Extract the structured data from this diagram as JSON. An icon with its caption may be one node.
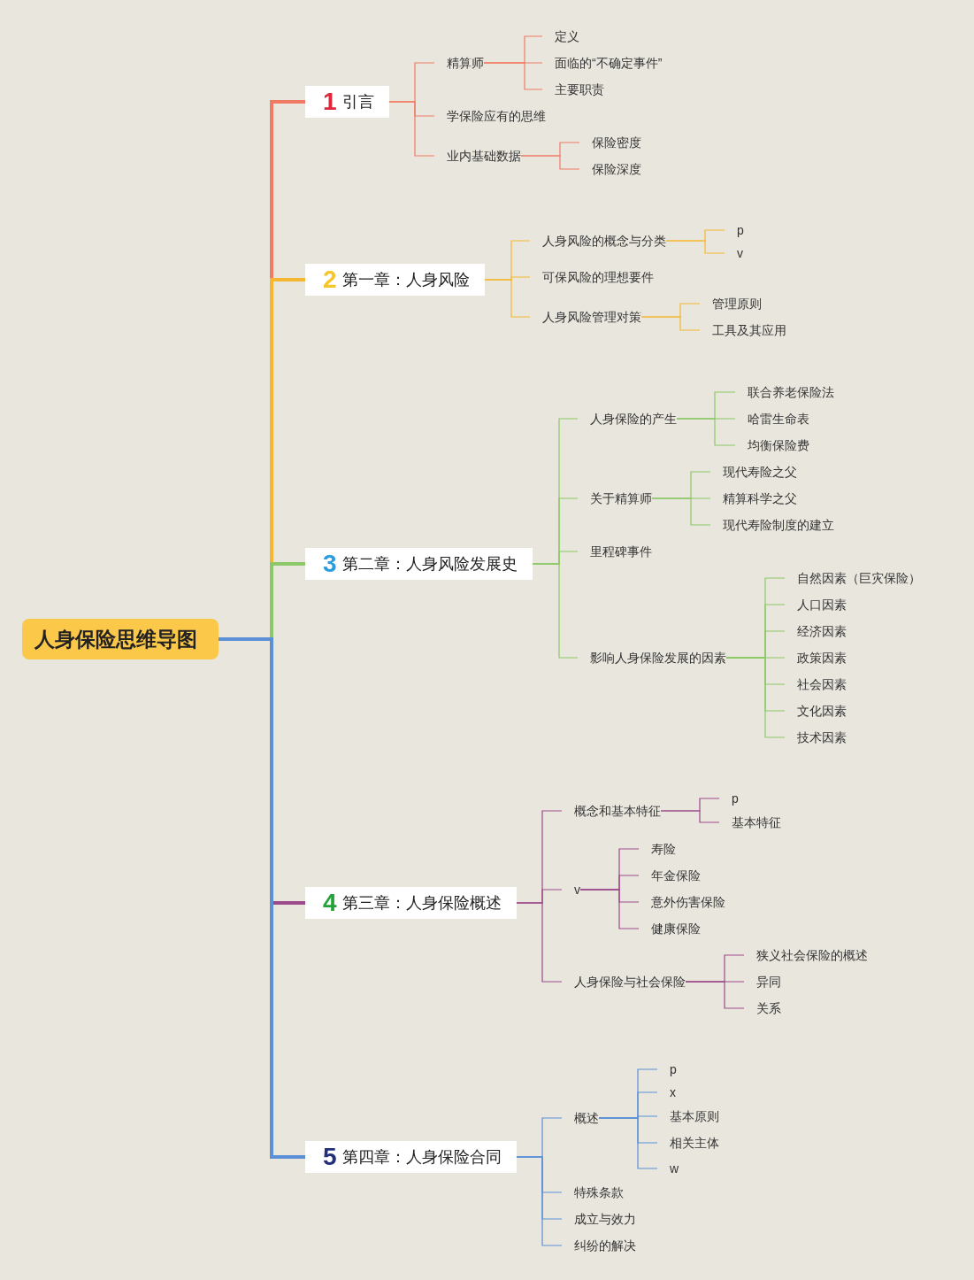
{
  "diagram": {
    "nodes": [
      {
        "text": [
          "人身保险思维导图"
        ]
      },
      {
        "text": [
          "1",
          "引言"
        ]
      },
      {
        "text": [
          "精算师"
        ]
      },
      {
        "text": [
          "定义"
        ]
      },
      {
        "text": [
          "面临的“不确定事件”"
        ]
      },
      {
        "text": [
          "主要职责"
        ]
      },
      {
        "text": [
          "学保险应有的思维"
        ]
      },
      {
        "text": [
          "业内基础数据"
        ]
      },
      {
        "text": [
          "保险密度"
        ]
      },
      {
        "text": [
          "保险深度"
        ]
      },
      {
        "text": [
          "2",
          "第一章：人身风险"
        ]
      },
      {
        "text": [
          "人身风险的概念与分类"
        ]
      },
      {
        "text": [
          "p"
        ]
      },
      {
        "text": [
          "v"
        ]
      },
      {
        "text": [
          "可保风险的理想要件"
        ]
      },
      {
        "text": [
          "人身风险管理对策"
        ]
      },
      {
        "text": [
          "管理原则"
        ]
      },
      {
        "text": [
          "工具及其应用"
        ]
      },
      {
        "text": [
          "3",
          "第二章：人身风险发展史"
        ]
      },
      {
        "text": [
          "人身保险的产生"
        ]
      },
      {
        "text": [
          "联合养老保险法"
        ]
      },
      {
        "text": [
          "哈雷生命表"
        ]
      },
      {
        "text": [
          "均衡保险费"
        ]
      },
      {
        "text": [
          "关于精算师"
        ]
      },
      {
        "text": [
          "现代寿险之父"
        ]
      },
      {
        "text": [
          "精算科学之父"
        ]
      },
      {
        "text": [
          "现代寿险制度的建立"
        ]
      },
      {
        "text": [
          "里程碑事件"
        ]
      },
      {
        "text": [
          "影响人身保险发展的因素"
        ]
      },
      {
        "text": [
          "自然因素（巨灾保险）"
        ]
      },
      {
        "text": [
          "人口因素"
        ]
      },
      {
        "text": [
          "经济因素"
        ]
      },
      {
        "text": [
          "政策因素"
        ]
      },
      {
        "text": [
          "社会因素"
        ]
      },
      {
        "text": [
          "文化因素"
        ]
      },
      {
        "text": [
          "技术因素"
        ]
      },
      {
        "text": [
          "4",
          "第三章：人身保险概述"
        ]
      },
      {
        "text": [
          "概念和基本特征"
        ]
      },
      {
        "text": [
          "p"
        ]
      },
      {
        "text": [
          "基本特征"
        ]
      },
      {
        "text": [
          "v"
        ]
      },
      {
        "text": [
          "寿险"
        ]
      },
      {
        "text": [
          "年金保险"
        ]
      },
      {
        "text": [
          "意外伤害保险"
        ]
      },
      {
        "text": [
          "健康保险"
        ]
      },
      {
        "text": [
          "人身保险与社会保险"
        ]
      },
      {
        "text": [
          "狭义社会保险的概述"
        ]
      },
      {
        "text": [
          "异同"
        ]
      },
      {
        "text": [
          "关系"
        ]
      },
      {
        "text": [
          "5",
          "第四章：人身保险合同"
        ]
      },
      {
        "text": [
          "概述"
        ]
      },
      {
        "text": [
          "p"
        ]
      },
      {
        "text": [
          "x"
        ]
      },
      {
        "text": [
          "基本原则"
        ]
      },
      {
        "text": [
          "相关主体"
        ]
      },
      {
        "text": [
          "w"
        ]
      },
      {
        "text": [
          "特殊条款"
        ]
      },
      {
        "text": [
          "成立与效力"
        ]
      },
      {
        "text": [
          "纠纷的解决"
        ]
      }
    ],
    "edges": [
      {
        "from": 0,
        "to": 1,
        "arrow": "none",
        "style": "thick",
        "color": "#f07a63"
      },
      {
        "from": 0,
        "to": 10,
        "arrow": "none",
        "style": "thick",
        "color": "#f5b731"
      },
      {
        "from": 0,
        "to": 18,
        "arrow": "none",
        "style": "thick",
        "color": "#8cc867"
      },
      {
        "from": 0,
        "to": 36,
        "arrow": "none",
        "style": "thick",
        "color": "#9b4a8a"
      },
      {
        "from": 0,
        "to": 49,
        "arrow": "none",
        "style": "thick",
        "color": "#5b8fd6"
      },
      {
        "from": 1,
        "to": 2,
        "arrow": "none",
        "color": "#f07a63"
      },
      {
        "from": 1,
        "to": 6,
        "arrow": "none",
        "color": "#f07a63"
      },
      {
        "from": 1,
        "to": 7,
        "arrow": "none",
        "color": "#f07a63"
      },
      {
        "from": 2,
        "to": 3,
        "arrow": "none",
        "color": "#f07a63"
      },
      {
        "from": 2,
        "to": 4,
        "arrow": "none",
        "color": "#f07a63"
      },
      {
        "from": 2,
        "to": 5,
        "arrow": "none",
        "color": "#f07a63"
      },
      {
        "from": 7,
        "to": 8,
        "arrow": "none",
        "color": "#f07a63"
      },
      {
        "from": 7,
        "to": 9,
        "arrow": "none",
        "color": "#f07a63"
      },
      {
        "from": 10,
        "to": 11,
        "arrow": "none",
        "color": "#f5b731"
      },
      {
        "from": 10,
        "to": 14,
        "arrow": "none",
        "color": "#f5b731"
      },
      {
        "from": 10,
        "to": 15,
        "arrow": "none",
        "color": "#f5b731"
      },
      {
        "from": 11,
        "to": 12,
        "arrow": "none",
        "color": "#f5b731"
      },
      {
        "from": 11,
        "to": 13,
        "arrow": "none",
        "color": "#f5b731"
      },
      {
        "from": 15,
        "to": 16,
        "arrow": "none",
        "color": "#f5b731"
      },
      {
        "from": 15,
        "to": 17,
        "arrow": "none",
        "color": "#f5b731"
      },
      {
        "from": 18,
        "to": 19,
        "arrow": "none",
        "color": "#8cc867"
      },
      {
        "from": 18,
        "to": 23,
        "arrow": "none",
        "color": "#8cc867"
      },
      {
        "from": 18,
        "to": 27,
        "arrow": "none",
        "color": "#8cc867"
      },
      {
        "from": 18,
        "to": 28,
        "arrow": "none",
        "color": "#8cc867"
      },
      {
        "from": 19,
        "to": 20,
        "arrow": "none",
        "color": "#8cc867"
      },
      {
        "from": 19,
        "to": 21,
        "arrow": "none",
        "color": "#8cc867"
      },
      {
        "from": 19,
        "to": 22,
        "arrow": "none",
        "color": "#8cc867"
      },
      {
        "from": 23,
        "to": 24,
        "arrow": "none",
        "color": "#8cc867"
      },
      {
        "from": 23,
        "to": 25,
        "arrow": "none",
        "color": "#8cc867"
      },
      {
        "from": 23,
        "to": 26,
        "arrow": "none",
        "color": "#8cc867"
      },
      {
        "from": 28,
        "to": 29,
        "arrow": "none",
        "color": "#8cc867"
      },
      {
        "from": 28,
        "to": 30,
        "arrow": "none",
        "color": "#8cc867"
      },
      {
        "from": 28,
        "to": 31,
        "arrow": "none",
        "color": "#8cc867"
      },
      {
        "from": 28,
        "to": 32,
        "arrow": "none",
        "color": "#8cc867"
      },
      {
        "from": 28,
        "to": 33,
        "arrow": "none",
        "color": "#8cc867"
      },
      {
        "from": 28,
        "to": 34,
        "arrow": "none",
        "color": "#8cc867"
      },
      {
        "from": 28,
        "to": 35,
        "arrow": "none",
        "color": "#8cc867"
      },
      {
        "from": 36,
        "to": 37,
        "arrow": "none",
        "color": "#9b4a8a"
      },
      {
        "from": 36,
        "to": 40,
        "arrow": "none",
        "color": "#9b4a8a"
      },
      {
        "from": 36,
        "to": 45,
        "arrow": "none",
        "color": "#9b4a8a"
      },
      {
        "from": 37,
        "to": 38,
        "arrow": "none",
        "color": "#9b4a8a"
      },
      {
        "from": 37,
        "to": 39,
        "arrow": "none",
        "color": "#9b4a8a"
      },
      {
        "from": 40,
        "to": 41,
        "arrow": "none",
        "color": "#9b4a8a"
      },
      {
        "from": 40,
        "to": 42,
        "arrow": "none",
        "color": "#9b4a8a"
      },
      {
        "from": 40,
        "to": 43,
        "arrow": "none",
        "color": "#9b4a8a"
      },
      {
        "from": 40,
        "to": 44,
        "arrow": "none",
        "color": "#9b4a8a"
      },
      {
        "from": 45,
        "to": 46,
        "arrow": "none",
        "color": "#9b4a8a"
      },
      {
        "from": 45,
        "to": 47,
        "arrow": "none",
        "color": "#9b4a8a"
      },
      {
        "from": 45,
        "to": 48,
        "arrow": "none",
        "color": "#9b4a8a"
      },
      {
        "from": 49,
        "to": 50,
        "arrow": "none",
        "color": "#5b8fd6"
      },
      {
        "from": 49,
        "to": 56,
        "arrow": "none",
        "color": "#5b8fd6"
      },
      {
        "from": 49,
        "to": 57,
        "arrow": "none",
        "color": "#5b8fd6"
      },
      {
        "from": 49,
        "to": 58,
        "arrow": "none",
        "color": "#5b8fd6"
      },
      {
        "from": 50,
        "to": 51,
        "arrow": "none",
        "color": "#5b8fd6"
      },
      {
        "from": 50,
        "to": 52,
        "arrow": "none",
        "color": "#5b8fd6"
      },
      {
        "from": 50,
        "to": 53,
        "arrow": "none",
        "color": "#5b8fd6"
      },
      {
        "from": 50,
        "to": 54,
        "arrow": "none",
        "color": "#5b8fd6"
      },
      {
        "from": 50,
        "to": 55,
        "arrow": "none",
        "color": "#5b8fd6"
      }
    ]
  }
}
